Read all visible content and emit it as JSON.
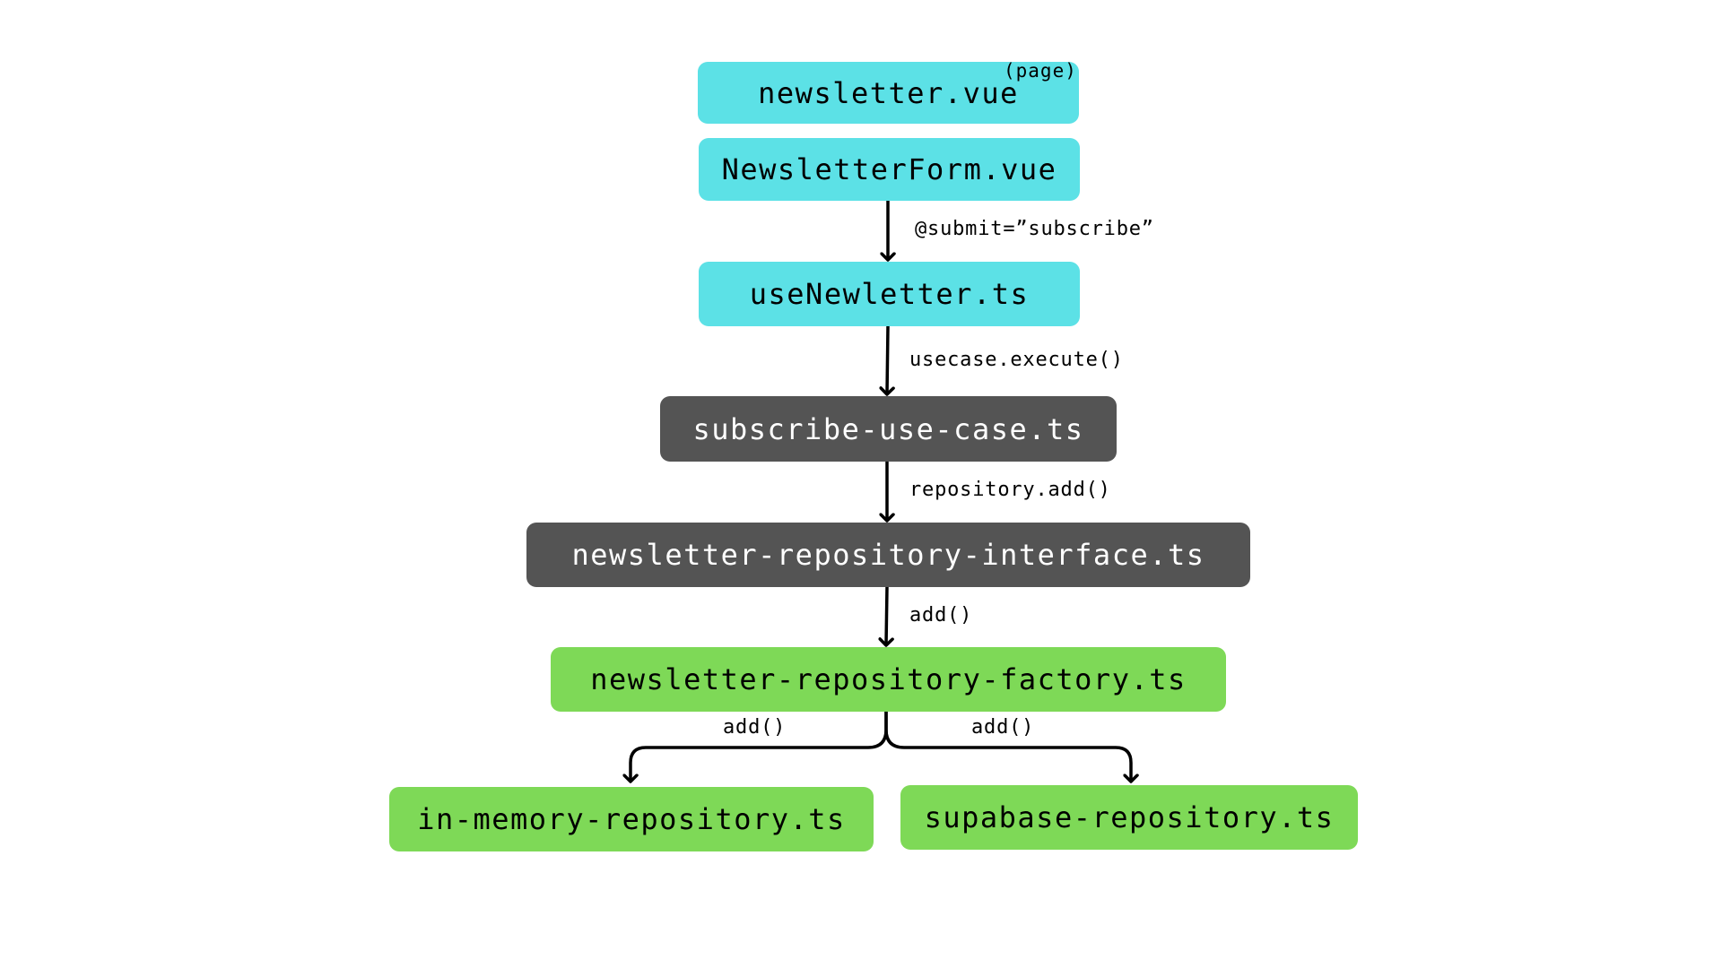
{
  "diagram": {
    "nodes": {
      "page_vue": {
        "label": "newsletter.vue",
        "tag": "(page)"
      },
      "form_vue": {
        "label": "NewsletterForm.vue"
      },
      "composable": {
        "label": "useNewletter.ts"
      },
      "use_case": {
        "label": "subscribe-use-case.ts"
      },
      "repo_interface": {
        "label": "newsletter-repository-interface.ts"
      },
      "repo_factory": {
        "label": "newsletter-repository-factory.ts"
      },
      "in_memory_repo": {
        "label": "in-memory-repository.ts"
      },
      "supabase_repo": {
        "label": "supabase-repository.ts"
      }
    },
    "edges": {
      "form_to_composable": "@submit=”subscribe”",
      "composable_to_use_case": "usecase.execute()",
      "use_case_to_interface": "repository.add()",
      "interface_to_factory": "add()",
      "factory_to_in_memory": "add()",
      "factory_to_supabase": "add()"
    },
    "colors": {
      "presentation": "#5ce1e6",
      "domain": "#545454",
      "infrastructure": "#7ed957",
      "arrow": "#000000"
    }
  }
}
